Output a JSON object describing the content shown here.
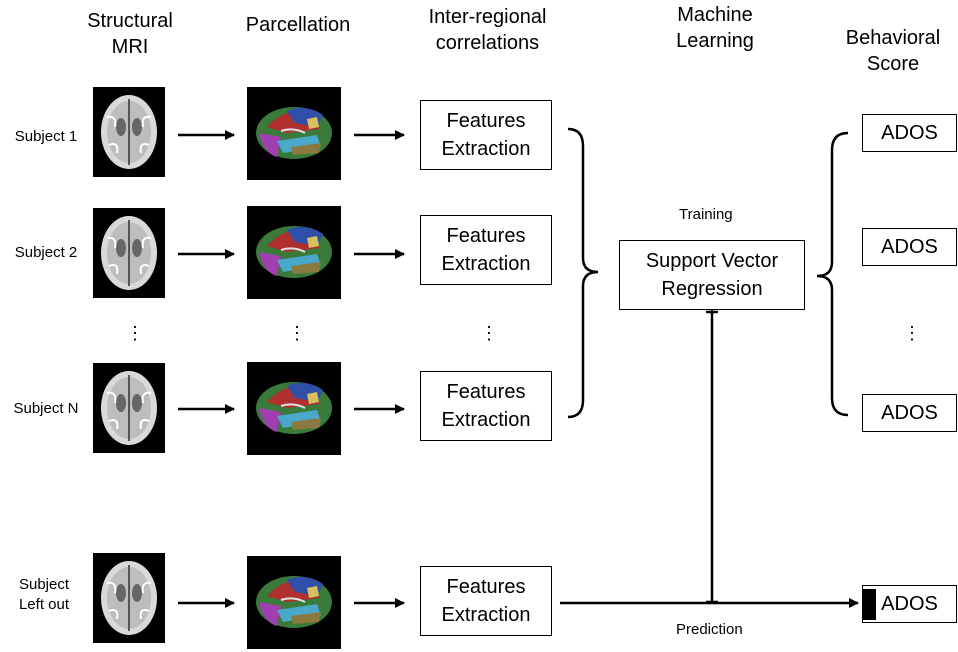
{
  "headers": {
    "mri": [
      "Structural",
      "MRI"
    ],
    "parcellation": [
      "Parcellation"
    ],
    "correlations": [
      "Inter-regional",
      "correlations"
    ],
    "ml": [
      "Machine",
      "Learning"
    ],
    "behavior": [
      "Behavioral",
      "Score"
    ]
  },
  "subjects": {
    "s1": [
      "Subject 1"
    ],
    "s2": [
      "Subject 2"
    ],
    "sn": [
      "Subject N"
    ],
    "left": [
      "Subject",
      "Left out"
    ]
  },
  "features_box": [
    "Features",
    "Extraction"
  ],
  "svr_box": [
    "Support Vector",
    "Regression"
  ],
  "training_label": "Training",
  "prediction_label": "Prediction",
  "score_label": "ADOS",
  "ellipsis": "⋮"
}
